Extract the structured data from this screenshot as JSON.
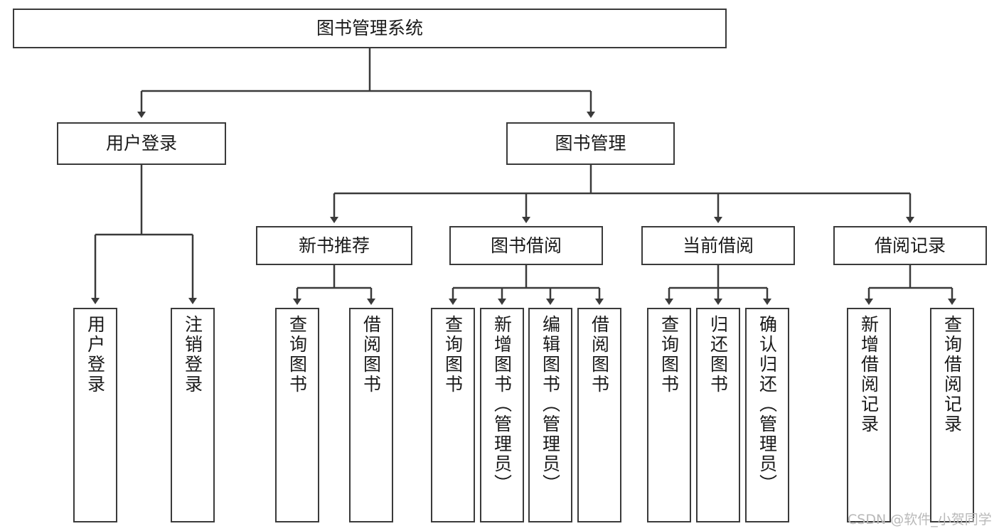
{
  "diagram": {
    "title": "图书管理系统",
    "type": "tree-hierarchy",
    "watermark": "CSDN @软件_小贺同学",
    "colors": {
      "box_border": "#3a3a3a",
      "box_fill": "#ffffff",
      "edge": "#3a3a3a",
      "text": "#1a1a1a",
      "watermark": "#b9b9b9",
      "background": "#ffffff"
    },
    "nodes": {
      "root": {
        "label": "图书管理系统"
      },
      "level2": [
        {
          "id": "user-login",
          "label": "用户登录"
        },
        {
          "id": "book-manage",
          "label": "图书管理"
        }
      ],
      "level3": [
        {
          "id": "new-book-recommend",
          "label": "新书推荐"
        },
        {
          "id": "book-borrow",
          "label": "图书借阅"
        },
        {
          "id": "current-borrow",
          "label": "当前借阅"
        },
        {
          "id": "borrow-record",
          "label": "借阅记录"
        }
      ],
      "leaves": {
        "user-login": [
          {
            "id": "leaf-user-login",
            "label": "用户登录"
          },
          {
            "id": "leaf-logout-login",
            "label": "注销登录"
          }
        ],
        "new-book-recommend": [
          {
            "id": "leaf-query-book-1",
            "label": "查询图书"
          },
          {
            "id": "leaf-borrow-book-1",
            "label": "借阅图书"
          }
        ],
        "book-borrow": [
          {
            "id": "leaf-query-book-2",
            "label": "查询图书"
          },
          {
            "id": "leaf-add-book",
            "label": "新增图书（管理员）"
          },
          {
            "id": "leaf-edit-book",
            "label": "编辑图书（管理员）"
          },
          {
            "id": "leaf-borrow-book-2",
            "label": "借阅图书"
          }
        ],
        "current-borrow": [
          {
            "id": "leaf-query-book-3",
            "label": "查询图书"
          },
          {
            "id": "leaf-return-book",
            "label": "归还图书"
          },
          {
            "id": "leaf-confirm-return",
            "label": "确认归还（管理员）"
          }
        ],
        "borrow-record": [
          {
            "id": "leaf-add-record",
            "label": "新增借阅记录"
          },
          {
            "id": "leaf-query-record",
            "label": "查询借阅记录"
          }
        ]
      }
    }
  }
}
